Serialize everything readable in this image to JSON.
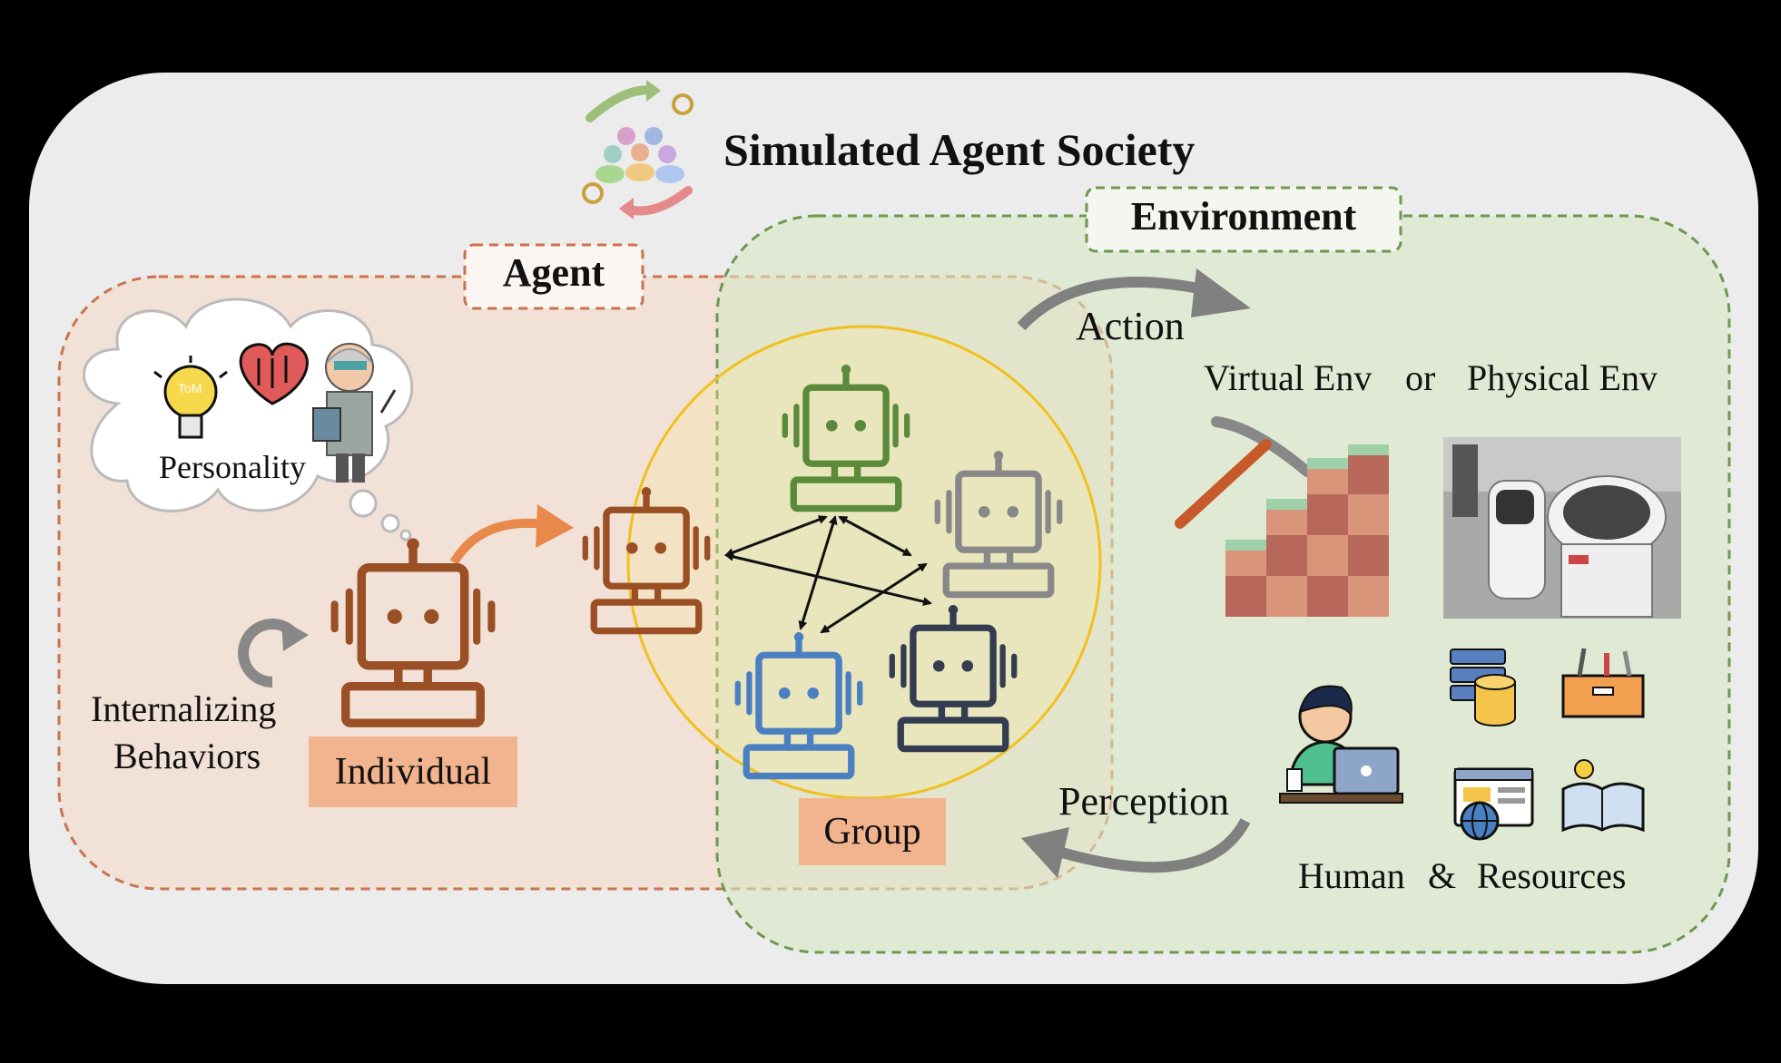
{
  "title": "Simulated Agent Society",
  "agent_box": {
    "label": "Agent"
  },
  "environment_box": {
    "label": "Environment"
  },
  "thought_cloud": {
    "label": "Personality",
    "bulb_text": "ToM"
  },
  "internalizing_label": [
    "Internalizing",
    "Behaviors"
  ],
  "individual_tag": "Individual",
  "group_tag": "Group",
  "action_label": "Action",
  "perception_label": "Perception",
  "env_types": {
    "virtual": "Virtual Env",
    "or": "or",
    "physical": "Physical Env"
  },
  "bottom_caption": {
    "human": "Human",
    "amp": "&",
    "resources": "Resources"
  },
  "colors": {
    "background": "#000000",
    "canvas": "#ececec",
    "agent_fill": "#f1e1d7",
    "agent_border": "#c8744e",
    "env_fill": "#e4eed9",
    "env_border": "#6e9850",
    "group_circle": "#f0c020",
    "robot_individual": "#9a4f25",
    "robot_green": "#5a8a3a",
    "robot_gray": "#888888",
    "robot_blue": "#4a7fc1",
    "robot_navy": "#333d4f",
    "action_arrow": "#808080",
    "individual_arrow": "#e8884a",
    "tag_fill": "#f2b48e"
  },
  "icons": [
    "society-icon",
    "bulb-icon",
    "heart-icon",
    "scientist-icon",
    "cycle-arrow-icon",
    "pickaxe-icon",
    "block-stairs-icon",
    "robots-photo",
    "human-at-laptop-icon",
    "database-icon",
    "toolbox-icon",
    "web-page-icon",
    "book-icon"
  ]
}
